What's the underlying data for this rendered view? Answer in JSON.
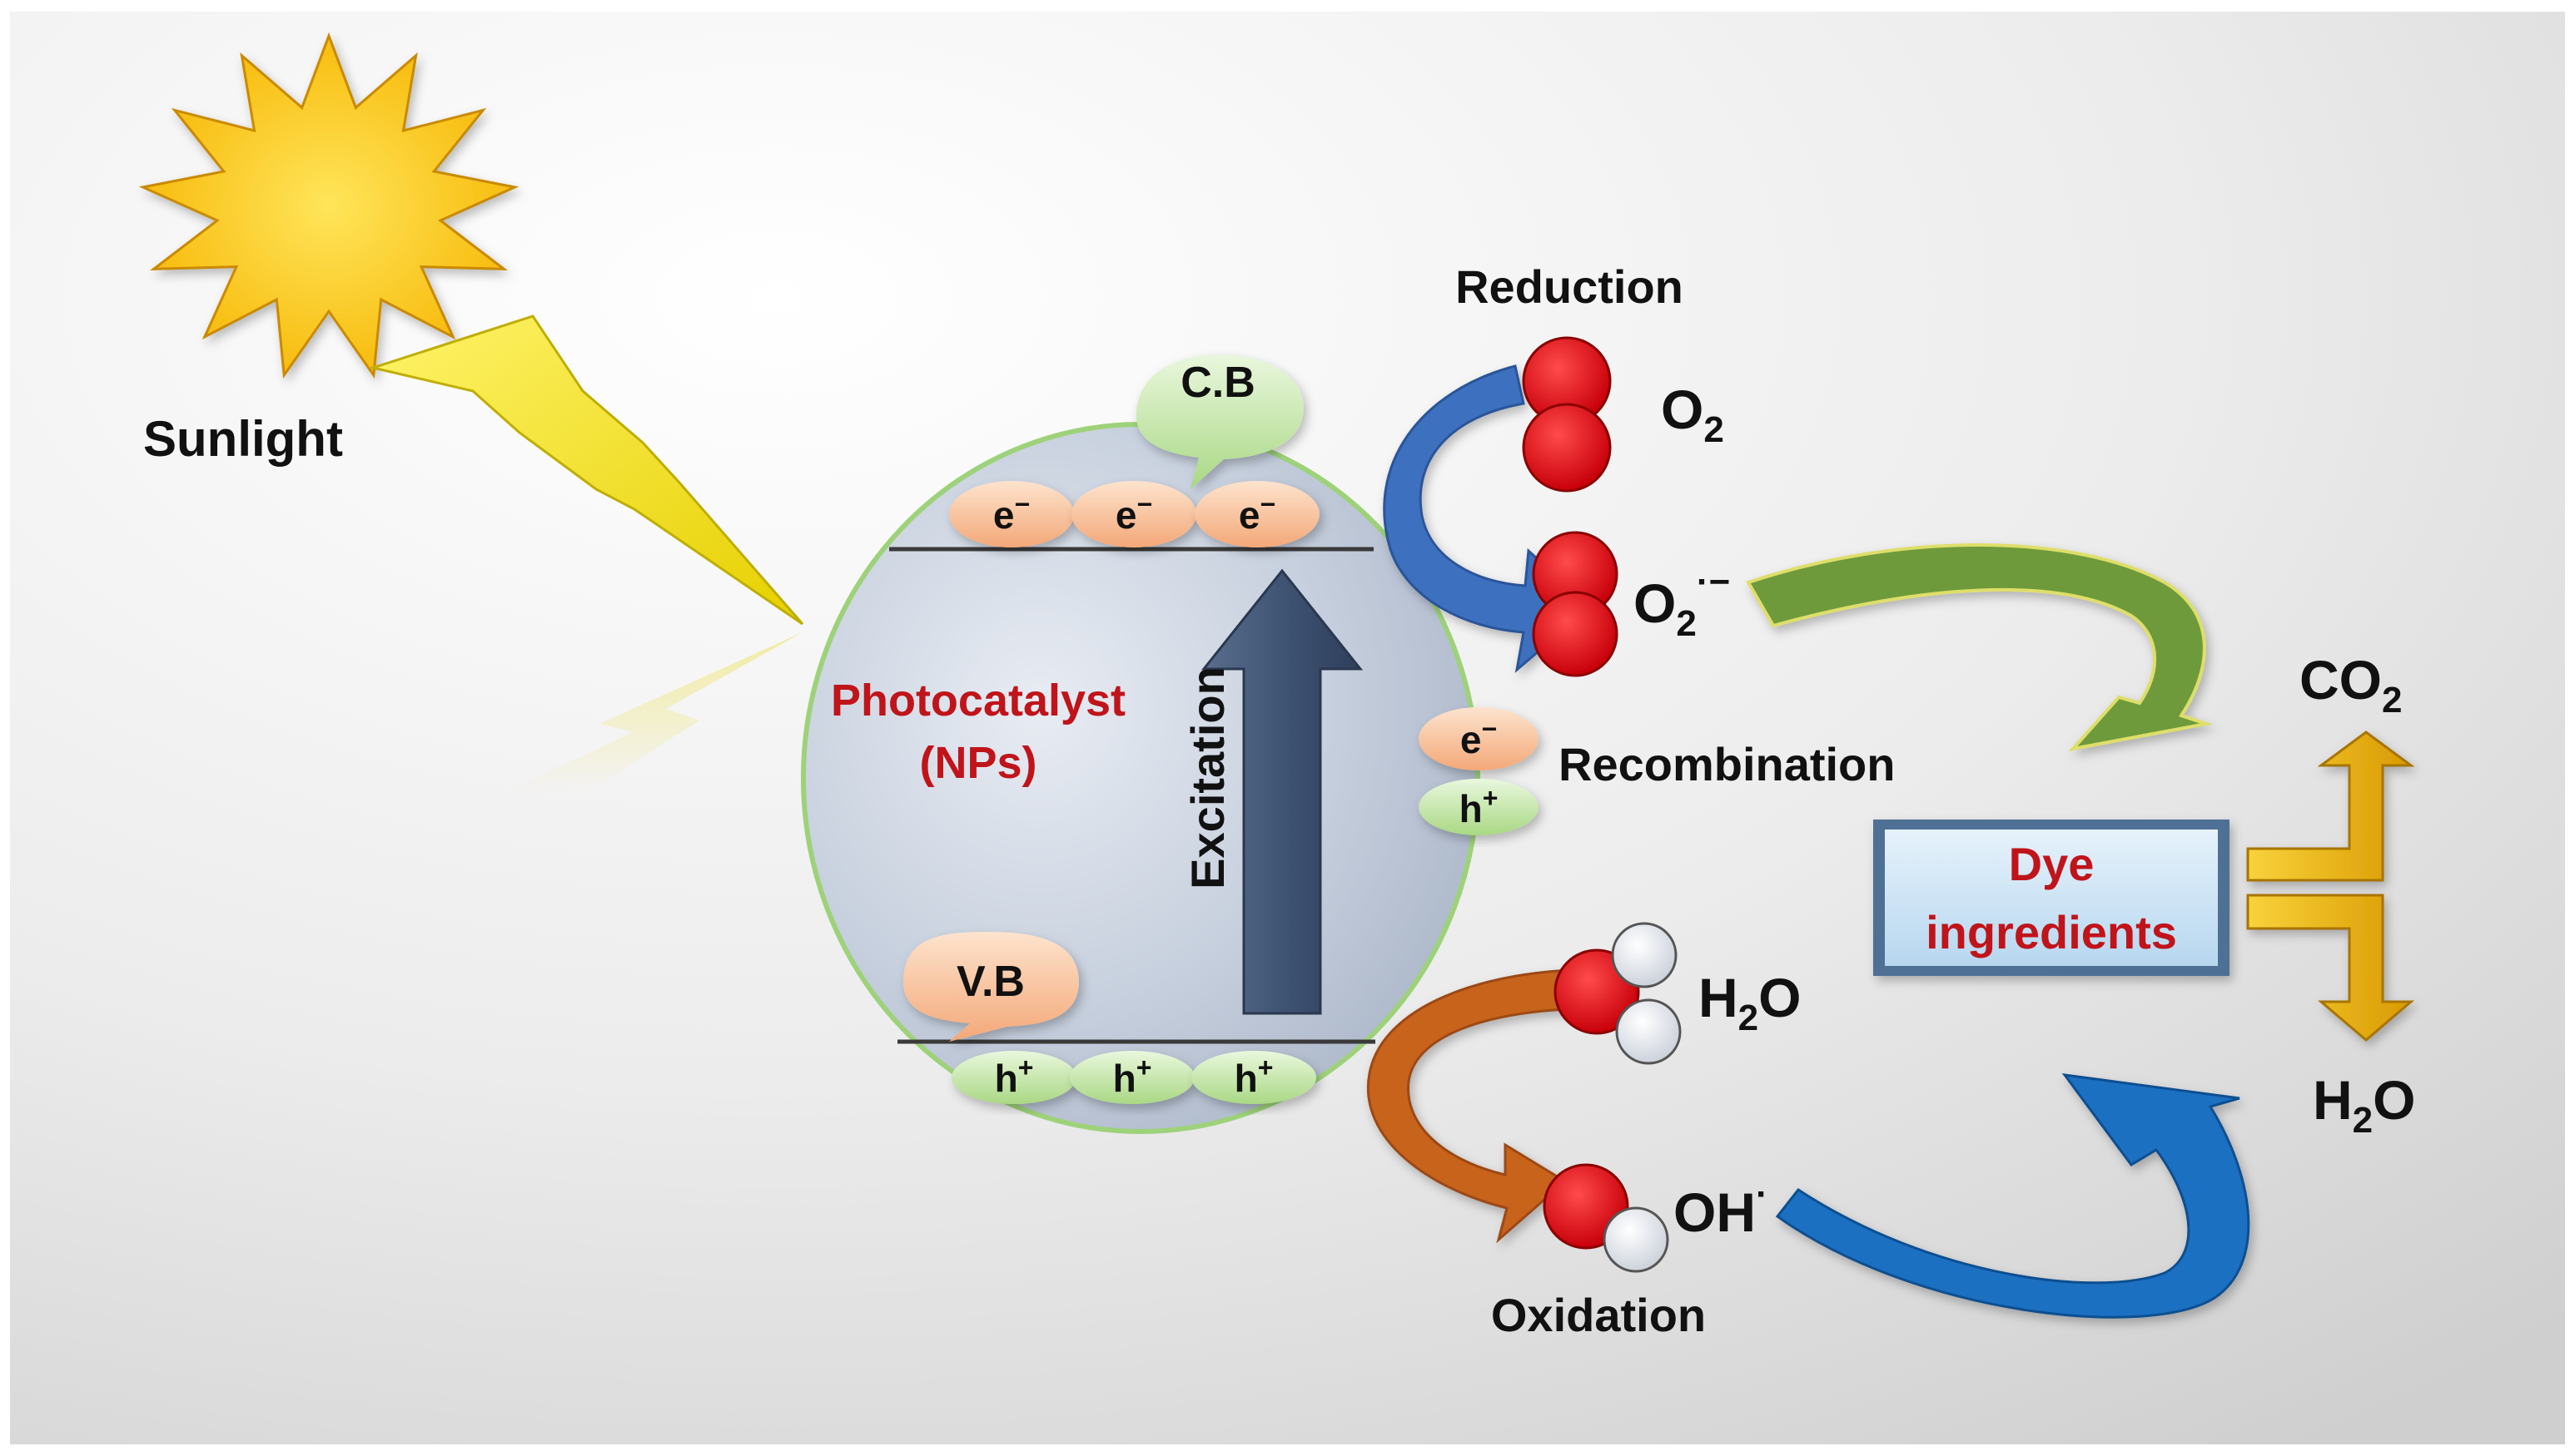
{
  "labels": {
    "sunlight": "Sunlight",
    "reduction": "Reduction",
    "oxidation": "Oxidation",
    "recombination": "Recombination",
    "excitation": "Excitation",
    "photocatalyst_line1": "Photocatalyst",
    "photocatalyst_line2": "(NPs)",
    "cb": "C.B",
    "vb": "V.B",
    "dye_line1": "Dye",
    "dye_line2": "ingredients"
  },
  "particles": {
    "electron": "e",
    "electron_sign": "−",
    "hole": "h",
    "hole_sign": "+"
  },
  "species": {
    "o2": {
      "base": "O",
      "sub": "2"
    },
    "superoxide": {
      "base": "O",
      "sub": "2",
      "sup": "·−"
    },
    "water_top": {
      "base": "H",
      "sub": "2",
      "tail": "O"
    },
    "hydroxyl": {
      "base": "OH",
      "sup": "·"
    },
    "co2": {
      "base": "CO",
      "sub": "2"
    },
    "water_out": {
      "base": "H",
      "sub": "2",
      "tail": "O"
    }
  },
  "colors": {
    "dye_text": "#c0141b",
    "photocatalyst_text": "#c0141b",
    "electron_fill": "#f7b98e",
    "hole_fill": "#c6e6a8",
    "reduction_arrow": "#3e6fbe",
    "oxidation_arrow": "#c8631c",
    "superoxide_arrow": "#6e9a3a",
    "hydroxyl_arrow": "#1b6fc2",
    "oxygen_atom": "#e5141d",
    "product_arrows": "#f2b705"
  }
}
